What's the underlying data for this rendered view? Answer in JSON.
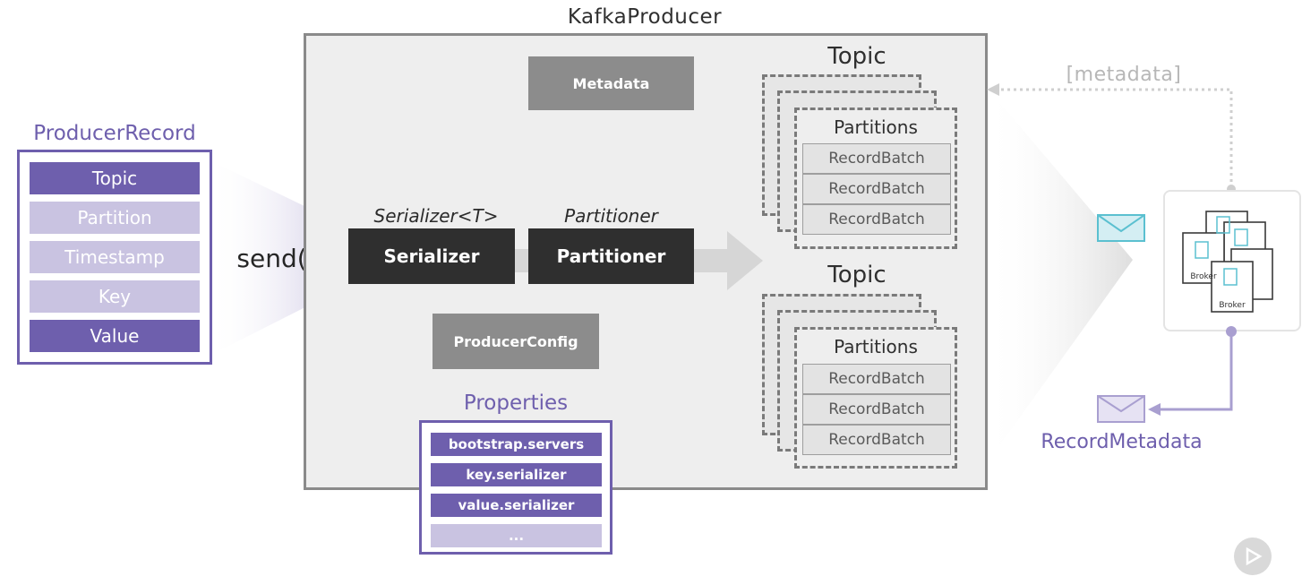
{
  "title": "KafkaProducer",
  "producer_record": {
    "title": "ProducerRecord",
    "fields": [
      "Topic",
      "Partition",
      "Timestamp",
      "Key",
      "Value"
    ]
  },
  "send_label": "send()",
  "producer": {
    "metadata_label": "Metadata",
    "serializer_caption": "Serializer<T>",
    "serializer_label": "Serializer",
    "partitioner_caption": "Partitioner",
    "partitioner_label": "Partitioner",
    "config_label": "ProducerConfig"
  },
  "properties": {
    "title": "Properties",
    "items": [
      "bootstrap.servers",
      "key.serializer",
      "value.serializer",
      "..."
    ]
  },
  "topics": [
    {
      "label": "Topic",
      "partitions_label": "Partitions",
      "batches": [
        "RecordBatch",
        "RecordBatch",
        "RecordBatch"
      ]
    },
    {
      "label": "Topic",
      "partitions_label": "Partitions",
      "batches": [
        "RecordBatch",
        "RecordBatch",
        "RecordBatch"
      ]
    }
  ],
  "metadata_feedback_label": "[metadata]",
  "record_metadata_label": "RecordMetadata",
  "broker_label": "Broker",
  "colors": {
    "accent_purple": "#6e5fad",
    "light_purple": "#c9c3e1",
    "envelope_teal": "#5bc0d0",
    "dark_box": "#2f2f2f",
    "gray_box": "#8c8c8c"
  }
}
